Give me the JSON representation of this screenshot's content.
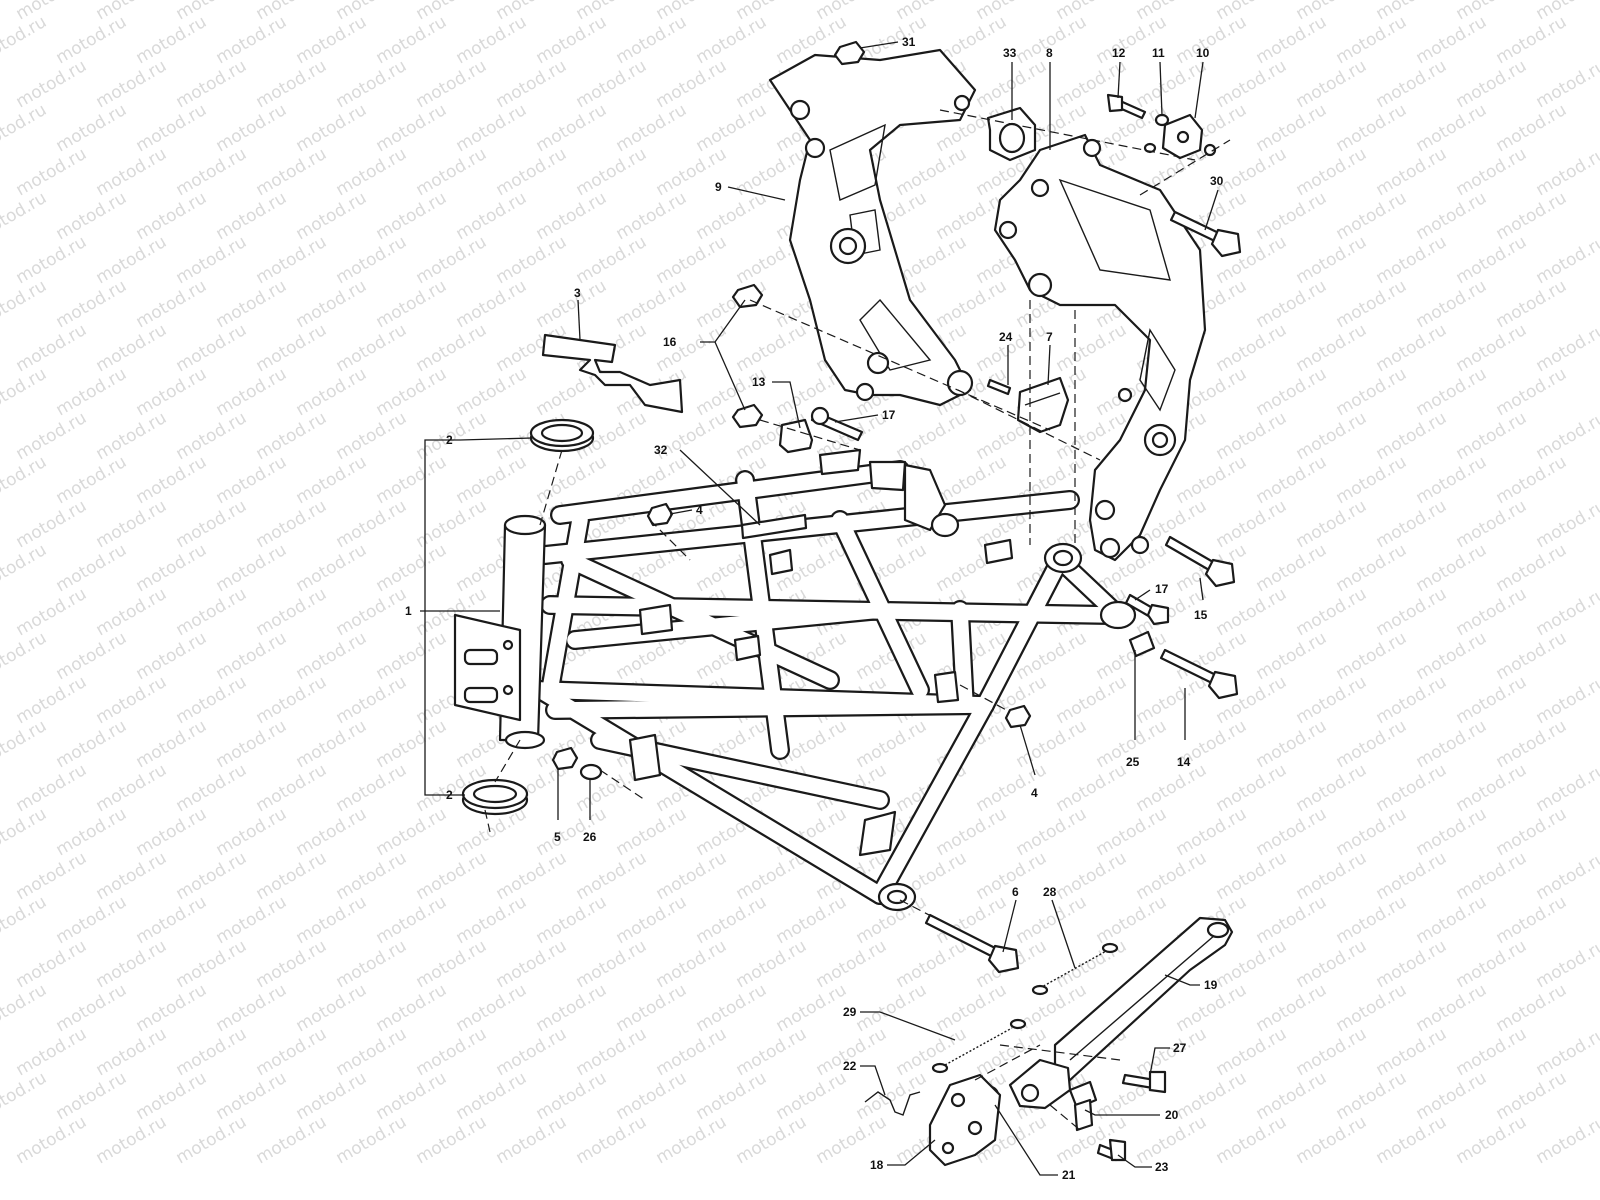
{
  "watermark": {
    "text": "motod.ru"
  },
  "callouts": [
    {
      "id": "31",
      "label": "31"
    },
    {
      "id": "33",
      "label": "33"
    },
    {
      "id": "8",
      "label": "8"
    },
    {
      "id": "12",
      "label": "12"
    },
    {
      "id": "11",
      "label": "11"
    },
    {
      "id": "10",
      "label": "10"
    },
    {
      "id": "9",
      "label": "9"
    },
    {
      "id": "30",
      "label": "30"
    },
    {
      "id": "3",
      "label": "3"
    },
    {
      "id": "16",
      "label": "16"
    },
    {
      "id": "24",
      "label": "24"
    },
    {
      "id": "7",
      "label": "7"
    },
    {
      "id": "13",
      "label": "13"
    },
    {
      "id": "17a",
      "label": "17"
    },
    {
      "id": "2a",
      "label": "2"
    },
    {
      "id": "32",
      "label": "32"
    },
    {
      "id": "4a",
      "label": "4"
    },
    {
      "id": "1",
      "label": "1"
    },
    {
      "id": "17b",
      "label": "17"
    },
    {
      "id": "15",
      "label": "15"
    },
    {
      "id": "25",
      "label": "25"
    },
    {
      "id": "14",
      "label": "14"
    },
    {
      "id": "4b",
      "label": "4"
    },
    {
      "id": "2b",
      "label": "2"
    },
    {
      "id": "5",
      "label": "5"
    },
    {
      "id": "26",
      "label": "26"
    },
    {
      "id": "6",
      "label": "6"
    },
    {
      "id": "28",
      "label": "28"
    },
    {
      "id": "19",
      "label": "19"
    },
    {
      "id": "29",
      "label": "29"
    },
    {
      "id": "27",
      "label": "27"
    },
    {
      "id": "22",
      "label": "22"
    },
    {
      "id": "20",
      "label": "20"
    },
    {
      "id": "18",
      "label": "18"
    },
    {
      "id": "21",
      "label": "21"
    },
    {
      "id": "23",
      "label": "23"
    }
  ]
}
